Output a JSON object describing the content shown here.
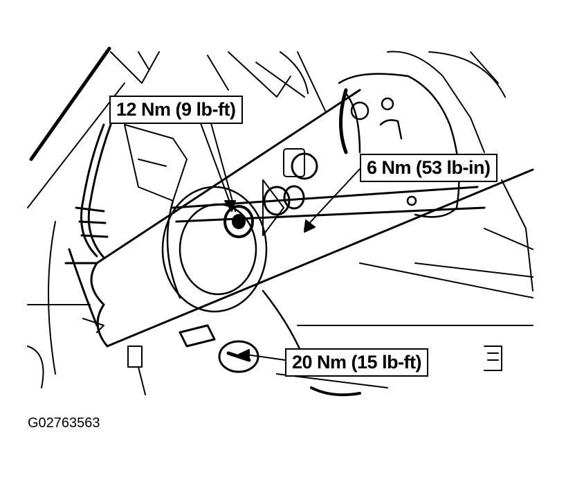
{
  "callouts": {
    "torque_12": "12 Nm (9 lb-ft)",
    "torque_6": "6 Nm (53 lb-in)",
    "torque_20": "20 Nm (15 lb-ft)"
  },
  "figure_code": "G02763563",
  "colors": {
    "line": "#000000",
    "background": "#ffffff"
  }
}
